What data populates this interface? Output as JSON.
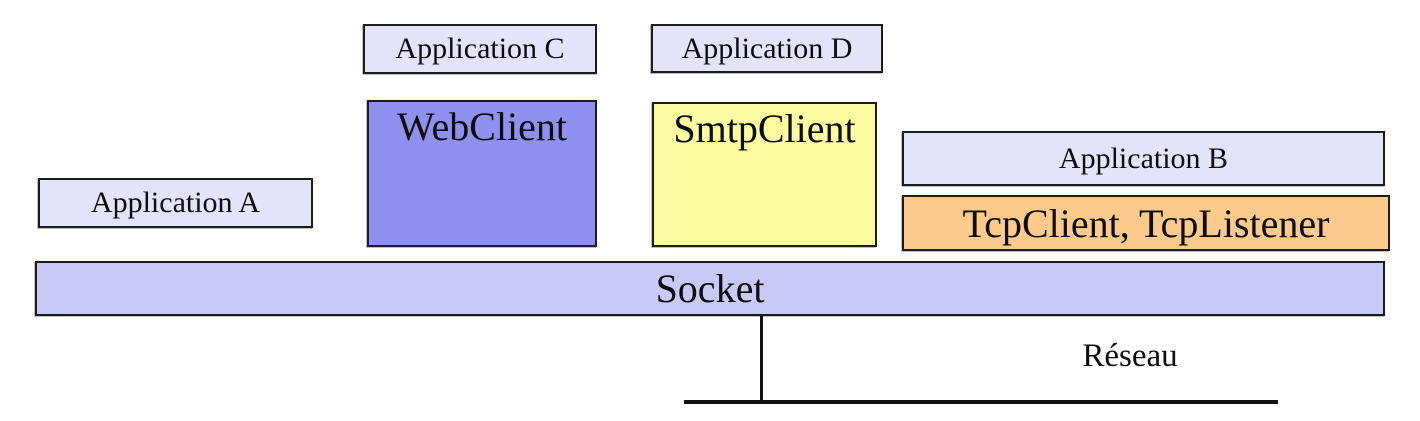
{
  "diagram": {
    "title_hint": "Network class layer diagram",
    "applications": {
      "a": {
        "label": "Application A"
      },
      "b": {
        "label": "Application B"
      },
      "c": {
        "label": "Application C"
      },
      "d": {
        "label": "Application D"
      }
    },
    "classes": {
      "web_client": {
        "label": "WebClient"
      },
      "smtp_client": {
        "label": "SmtpClient"
      },
      "tcp": {
        "label": "TcpClient, TcpListener"
      },
      "socket": {
        "label": "Socket"
      }
    },
    "network": {
      "label": "Réseau"
    }
  },
  "colors": {
    "application_fill": "#e3e3f9",
    "web_client_fill": "#9090ee",
    "smtp_client_fill": "#fafaa0",
    "tcp_fill": "#fcca8c",
    "socket_fill": "#c9c9f6",
    "border": "#1c1c1c",
    "line": "#111111",
    "text": "#0d0d0d",
    "background": "#ffffff"
  }
}
